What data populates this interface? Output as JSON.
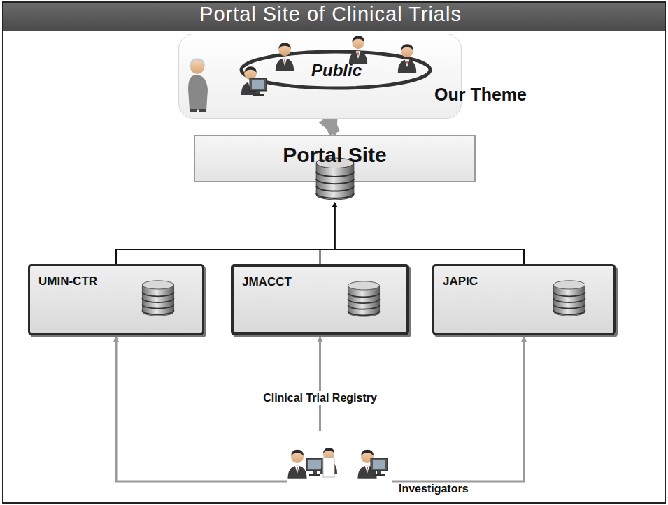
{
  "diagram": {
    "title": "Portal Site of Clinical Trials",
    "nodes": [
      {
        "text": [
          "Public"
        ]
      },
      {
        "text": [
          "Portal Site"
        ]
      },
      {
        "text": [
          "UMIN-CTR"
        ]
      },
      {
        "text": [
          "JMACCT"
        ]
      },
      {
        "text": [
          "JAPIC"
        ]
      },
      {
        "text": [
          "Investigators"
        ]
      }
    ],
    "edges": [
      {
        "from": 0,
        "to": 1,
        "arrow": "to"
      },
      {
        "from": 2,
        "to": 1,
        "arrow": "to"
      },
      {
        "from": 3,
        "to": 1,
        "arrow": "to"
      },
      {
        "from": 4,
        "to": 1,
        "arrow": "to"
      },
      {
        "from": 5,
        "to": 2,
        "arrow": "to"
      },
      {
        "from": 5,
        "to": 3,
        "label": "Clinical Trial Registry",
        "arrow": "to"
      },
      {
        "from": 5,
        "to": 4,
        "arrow": "to"
      }
    ],
    "labels": [
      "Our Theme"
    ]
  }
}
